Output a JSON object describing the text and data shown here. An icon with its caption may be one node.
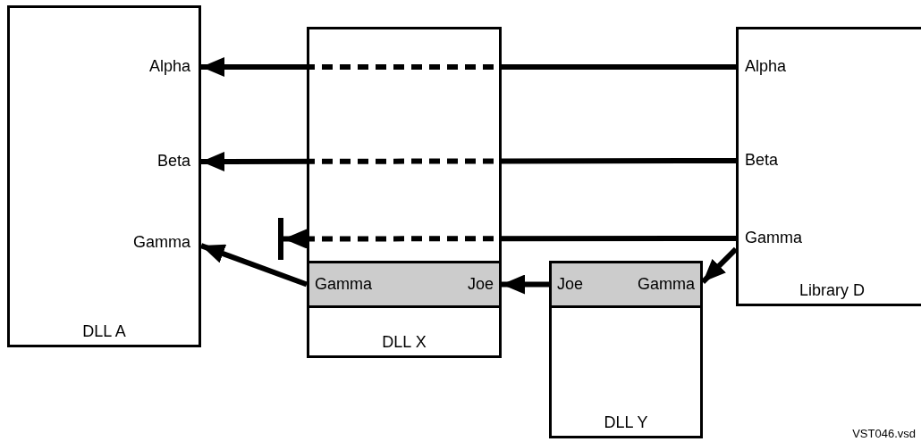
{
  "diagram": {
    "nodes": [
      {
        "text": [
          "DLL A"
        ]
      },
      {
        "text": [
          "Alpha"
        ],
        "in": 0
      },
      {
        "text": [
          "Beta"
        ],
        "in": 0
      },
      {
        "text": [
          "Gamma"
        ],
        "in": 0
      },
      {
        "text": [
          "DLL X"
        ]
      },
      {
        "text": [
          "Gamma",
          "Joe"
        ],
        "in": 4
      },
      {
        "text": [
          "DLL Y"
        ]
      },
      {
        "text": [
          "Joe",
          "Gamma"
        ],
        "in": 6
      },
      {
        "text": [
          "Library D"
        ]
      },
      {
        "text": [
          "Alpha"
        ],
        "in": 8
      },
      {
        "text": [
          "Beta"
        ],
        "in": 8
      },
      {
        "text": [
          "Gamma"
        ],
        "in": 8
      },
      {
        "text": [],
        "shape": "bar"
      }
    ],
    "edges": [
      {
        "from": 9,
        "to": 1,
        "arrow": "to",
        "style": "dashed"
      },
      {
        "from": 10,
        "to": 2,
        "arrow": "to",
        "style": "dashed"
      },
      {
        "from": 11,
        "to": 12,
        "arrow": "to",
        "style": "dashed"
      },
      {
        "from": 5,
        "to": 3,
        "arrow": "to"
      },
      {
        "from": 7,
        "to": 5,
        "arrow": "to"
      },
      {
        "from": 11,
        "to": 7,
        "arrow": "to"
      }
    ],
    "labels": [
      "VST046.vsd"
    ]
  }
}
